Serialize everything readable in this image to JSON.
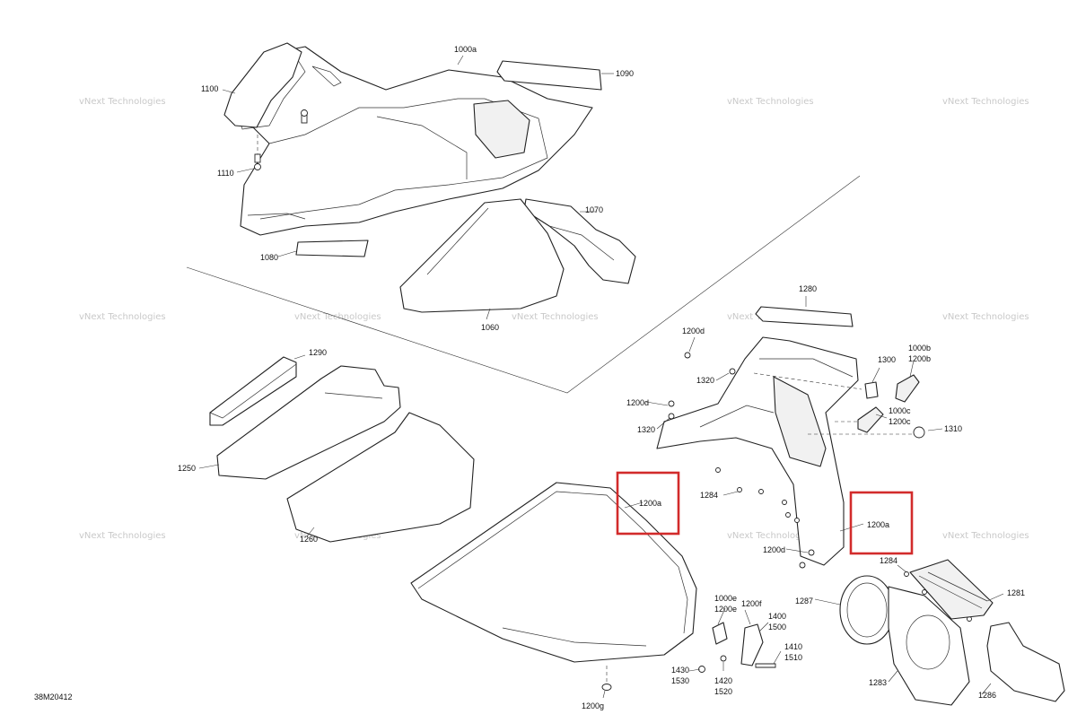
{
  "document_id": "38M20412",
  "watermark": "vNext Technologies",
  "highlight_color": "#d22b2b",
  "labels": {
    "l1000a_top": "1000a",
    "l1090": "1090",
    "l1100": "1100",
    "l1110": "1110",
    "l1070": "1070",
    "l1080": "1080",
    "l1060": "1060",
    "l1280": "1280",
    "l1290": "1290",
    "l1200d_a": "1200d",
    "l1300": "1300",
    "l1000b": "1000b",
    "l1200b": "1200b",
    "l1320_a": "1320",
    "l1200d_b": "1200d",
    "l1000c": "1000c",
    "l1200c": "1200c",
    "l1310": "1310",
    "l1320_b": "1320",
    "l1250": "1250",
    "l1200a_left": "1200a",
    "l1284_a": "1284",
    "l1200a_right": "1200a",
    "l1260": "1260",
    "l1200d_c": "1200d",
    "l1284_b": "1284",
    "l1287": "1287",
    "l1281": "1281",
    "l1000e": "1000e",
    "l1200e": "1200e",
    "l1200f": "1200f",
    "l1400": "1400",
    "l1500": "1500",
    "l1410": "1410",
    "l1510": "1510",
    "l1430": "1430",
    "l1530": "1530",
    "l1420": "1420",
    "l1520": "1520",
    "l1283": "1283",
    "l1286": "1286",
    "l1200g": "1200g"
  }
}
